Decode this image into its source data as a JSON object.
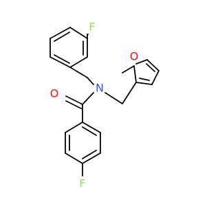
{
  "molecule": {
    "atoms": {
      "f_top": "F",
      "o_furan": "O",
      "n_amide": "N",
      "o_carbonyl": "O",
      "f_bottom": "F"
    },
    "colors": {
      "bond": "#000000",
      "fluorine": "#90e050",
      "oxygen": "#ff0d0d",
      "nitrogen": "#3050f8"
    }
  }
}
